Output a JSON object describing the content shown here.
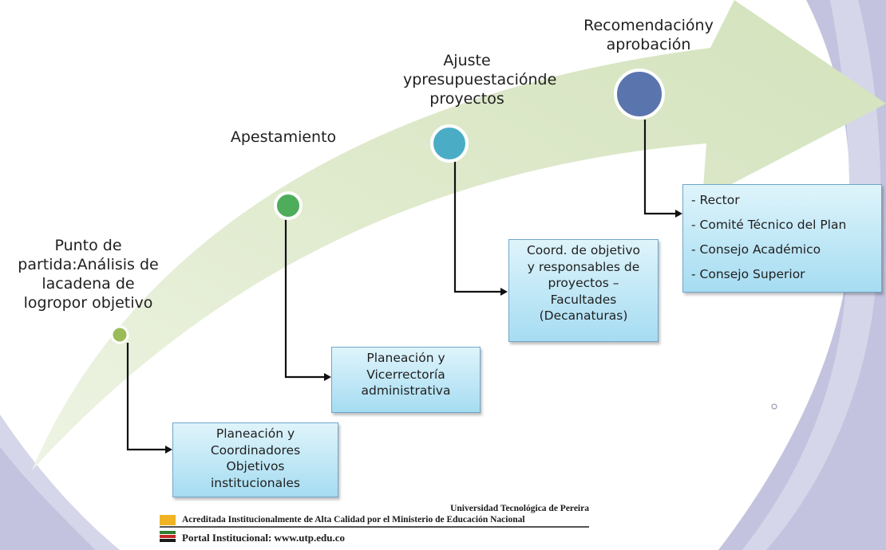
{
  "stages": [
    {
      "title_lines": [
        "Punto de partida:",
        "Análisis de la",
        "cadena de logro",
        "por objetivo"
      ],
      "color": "#9bbb59",
      "box_lines": [
        "Planeación y",
        "Coordinadores",
        "Objetivos",
        "institucionales"
      ]
    },
    {
      "title_lines": [
        "Apestamiento"
      ],
      "color": "#4ead5b",
      "box_lines": [
        "Planeación y",
        "Vicerrectoría",
        "administrativa"
      ]
    },
    {
      "title_lines": [
        "Ajuste y",
        "presupuestación",
        "de proyectos"
      ],
      "color": "#4bacc6",
      "box_lines": [
        "Coord. de objetivo",
        "y responsables de",
        "proyectos –",
        "Facultades",
        "(Decanaturas)"
      ]
    },
    {
      "title_lines": [
        "Recomendación",
        "y aprobación"
      ],
      "color": "#5a74ae",
      "box_lines": [
        "- Rector",
        "- Comité Técnico del Plan",
        "- Consejo Académico",
        "- Consejo Superior"
      ]
    }
  ],
  "footer": {
    "university": "Universidad Tecnológica de Pereira",
    "accreditation": "Acreditada Institucionalmente de Alta Calidad por el Ministerio de Educación Nacional",
    "portal": "Portal Institucional: www.utp.edu.co",
    "stripe_colors": [
      "#f0b323",
      "#2e7d32",
      "#c62828",
      "#1a1a1a"
    ]
  }
}
